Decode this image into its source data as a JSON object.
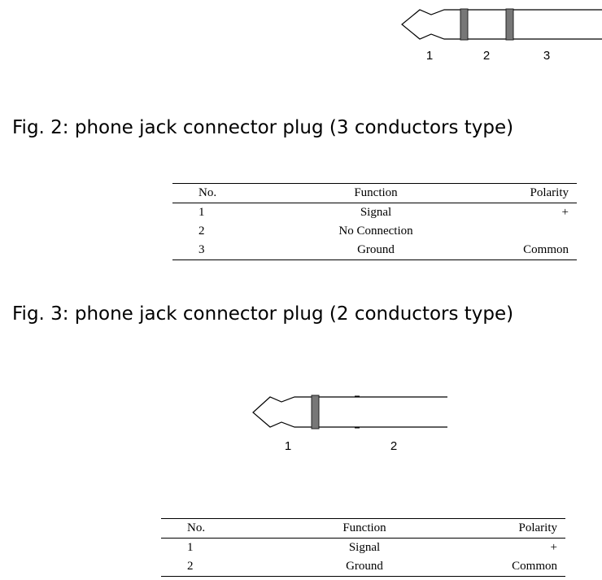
{
  "fig2": {
    "pin_labels": [
      "1",
      "2",
      "3"
    ],
    "caption": "Fig. 2: phone jack connector plug (3 conductors type)",
    "table": {
      "headers": [
        "No.",
        "Function",
        "Polarity"
      ],
      "rows": [
        [
          "1",
          "Signal",
          "+"
        ],
        [
          "2",
          "No Connection",
          ""
        ],
        [
          "3",
          "Ground",
          "Common"
        ]
      ]
    }
  },
  "fig3": {
    "caption": "Fig. 3: phone jack connector plug (2 conductors type)",
    "pin_labels": [
      "1",
      "2"
    ],
    "table": {
      "headers": [
        "No.",
        "Function",
        "Polarity"
      ],
      "rows": [
        [
          "1",
          "Signal",
          "+"
        ],
        [
          "2",
          "Ground",
          "Common"
        ]
      ]
    }
  },
  "colors": {
    "line": "#000000",
    "insulator": "#777777",
    "background": "#ffffff"
  }
}
